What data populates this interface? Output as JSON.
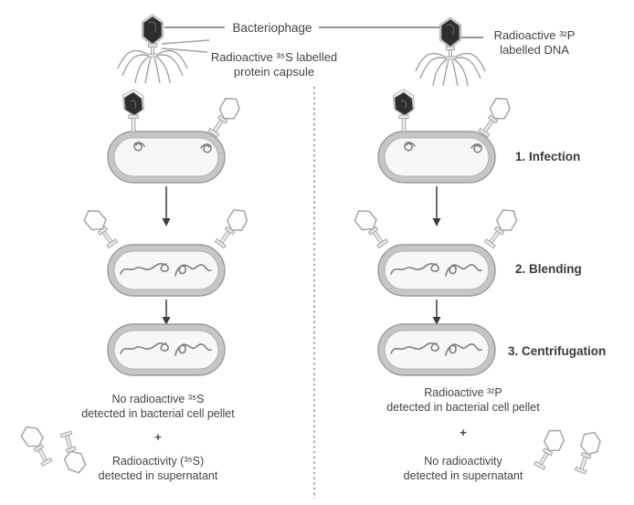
{
  "figure": {
    "subject": "Hershey-Chase bacteriophage experiment"
  },
  "header": {
    "bacteriophage_label": "Bacteriophage",
    "left_phage_caption": [
      "Radioactive ³⁵S labelled",
      "protein capsule"
    ],
    "right_phage_caption": [
      "Radioactive ³²P",
      "labelled DNA"
    ]
  },
  "steps": [
    {
      "label": "1. Infection"
    },
    {
      "label": "2. Blending"
    },
    {
      "label": "3. Centrifugation"
    }
  ],
  "results": {
    "left": {
      "pellet": [
        "No radioactive ³⁵S",
        "detected in bacterial cell pellet"
      ],
      "plus": "+",
      "supernatant": [
        "Radioactivity (³⁵S)",
        "detected in supernatant"
      ]
    },
    "right": {
      "pellet": [
        "Radioactive ³²P",
        "detected in bacterial cell pellet"
      ],
      "plus": "+",
      "supernatant": [
        "No radioactivity",
        "detected in supernatant"
      ]
    }
  },
  "icons": [
    "bacteriophage-icon",
    "empty-phage-ghost-icon",
    "bacterium-cell-icon",
    "dna-strand-icon",
    "down-arrow-icon",
    "dashed-divider"
  ],
  "colors": {
    "background": "#ffffff",
    "text": "#444444",
    "diagram_gray": "#a6a6a6",
    "cell_ring": "#c6c6c6",
    "cell_fill": "#f7f7f7",
    "phage_head_dark": "#2e2e2e",
    "line_color": "#4a4a4a",
    "divider": "#ababab"
  }
}
